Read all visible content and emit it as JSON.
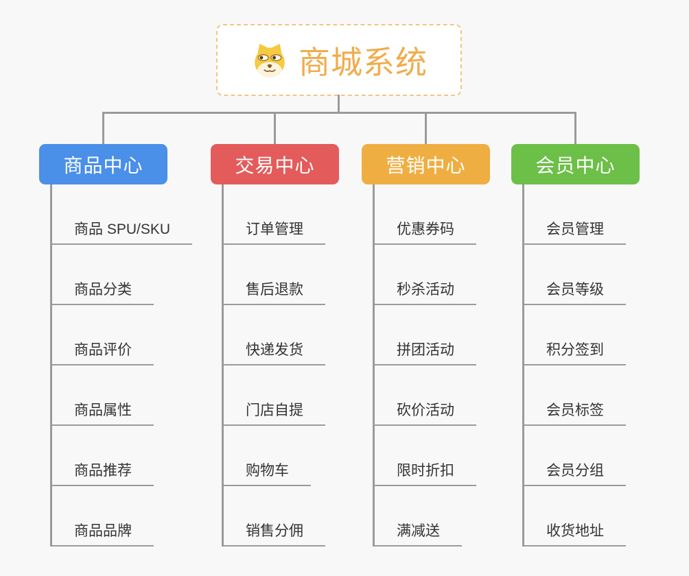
{
  "root": {
    "title": "商城系统",
    "icon": "dog-face-icon"
  },
  "branches": [
    {
      "label": "商品中心",
      "color": "#4A8FE8",
      "children": [
        "商品 SPU/SKU",
        "商品分类",
        "商品评价",
        "商品属性",
        "商品推荐",
        "商品品牌"
      ]
    },
    {
      "label": "交易中心",
      "color": "#E45B5B",
      "children": [
        "订单管理",
        "售后退款",
        "快递发货",
        "门店自提",
        "购物车",
        "销售分佣"
      ]
    },
    {
      "label": "营销中心",
      "color": "#EFAE41",
      "children": [
        "优惠券码",
        "秒杀活动",
        "拼团活动",
        "砍价活动",
        "限时折扣",
        "满减送"
      ]
    },
    {
      "label": "会员中心",
      "color": "#6CBF47",
      "children": [
        "会员管理",
        "会员等级",
        "积分签到",
        "会员标签",
        "会员分组",
        "收货地址"
      ]
    }
  ],
  "colors": {
    "background": "#F8F8F8",
    "connector": "#9A9A9A",
    "root_text": "#F0AC4C",
    "root_border": "#F2C582",
    "leaf_text": "#333333"
  }
}
